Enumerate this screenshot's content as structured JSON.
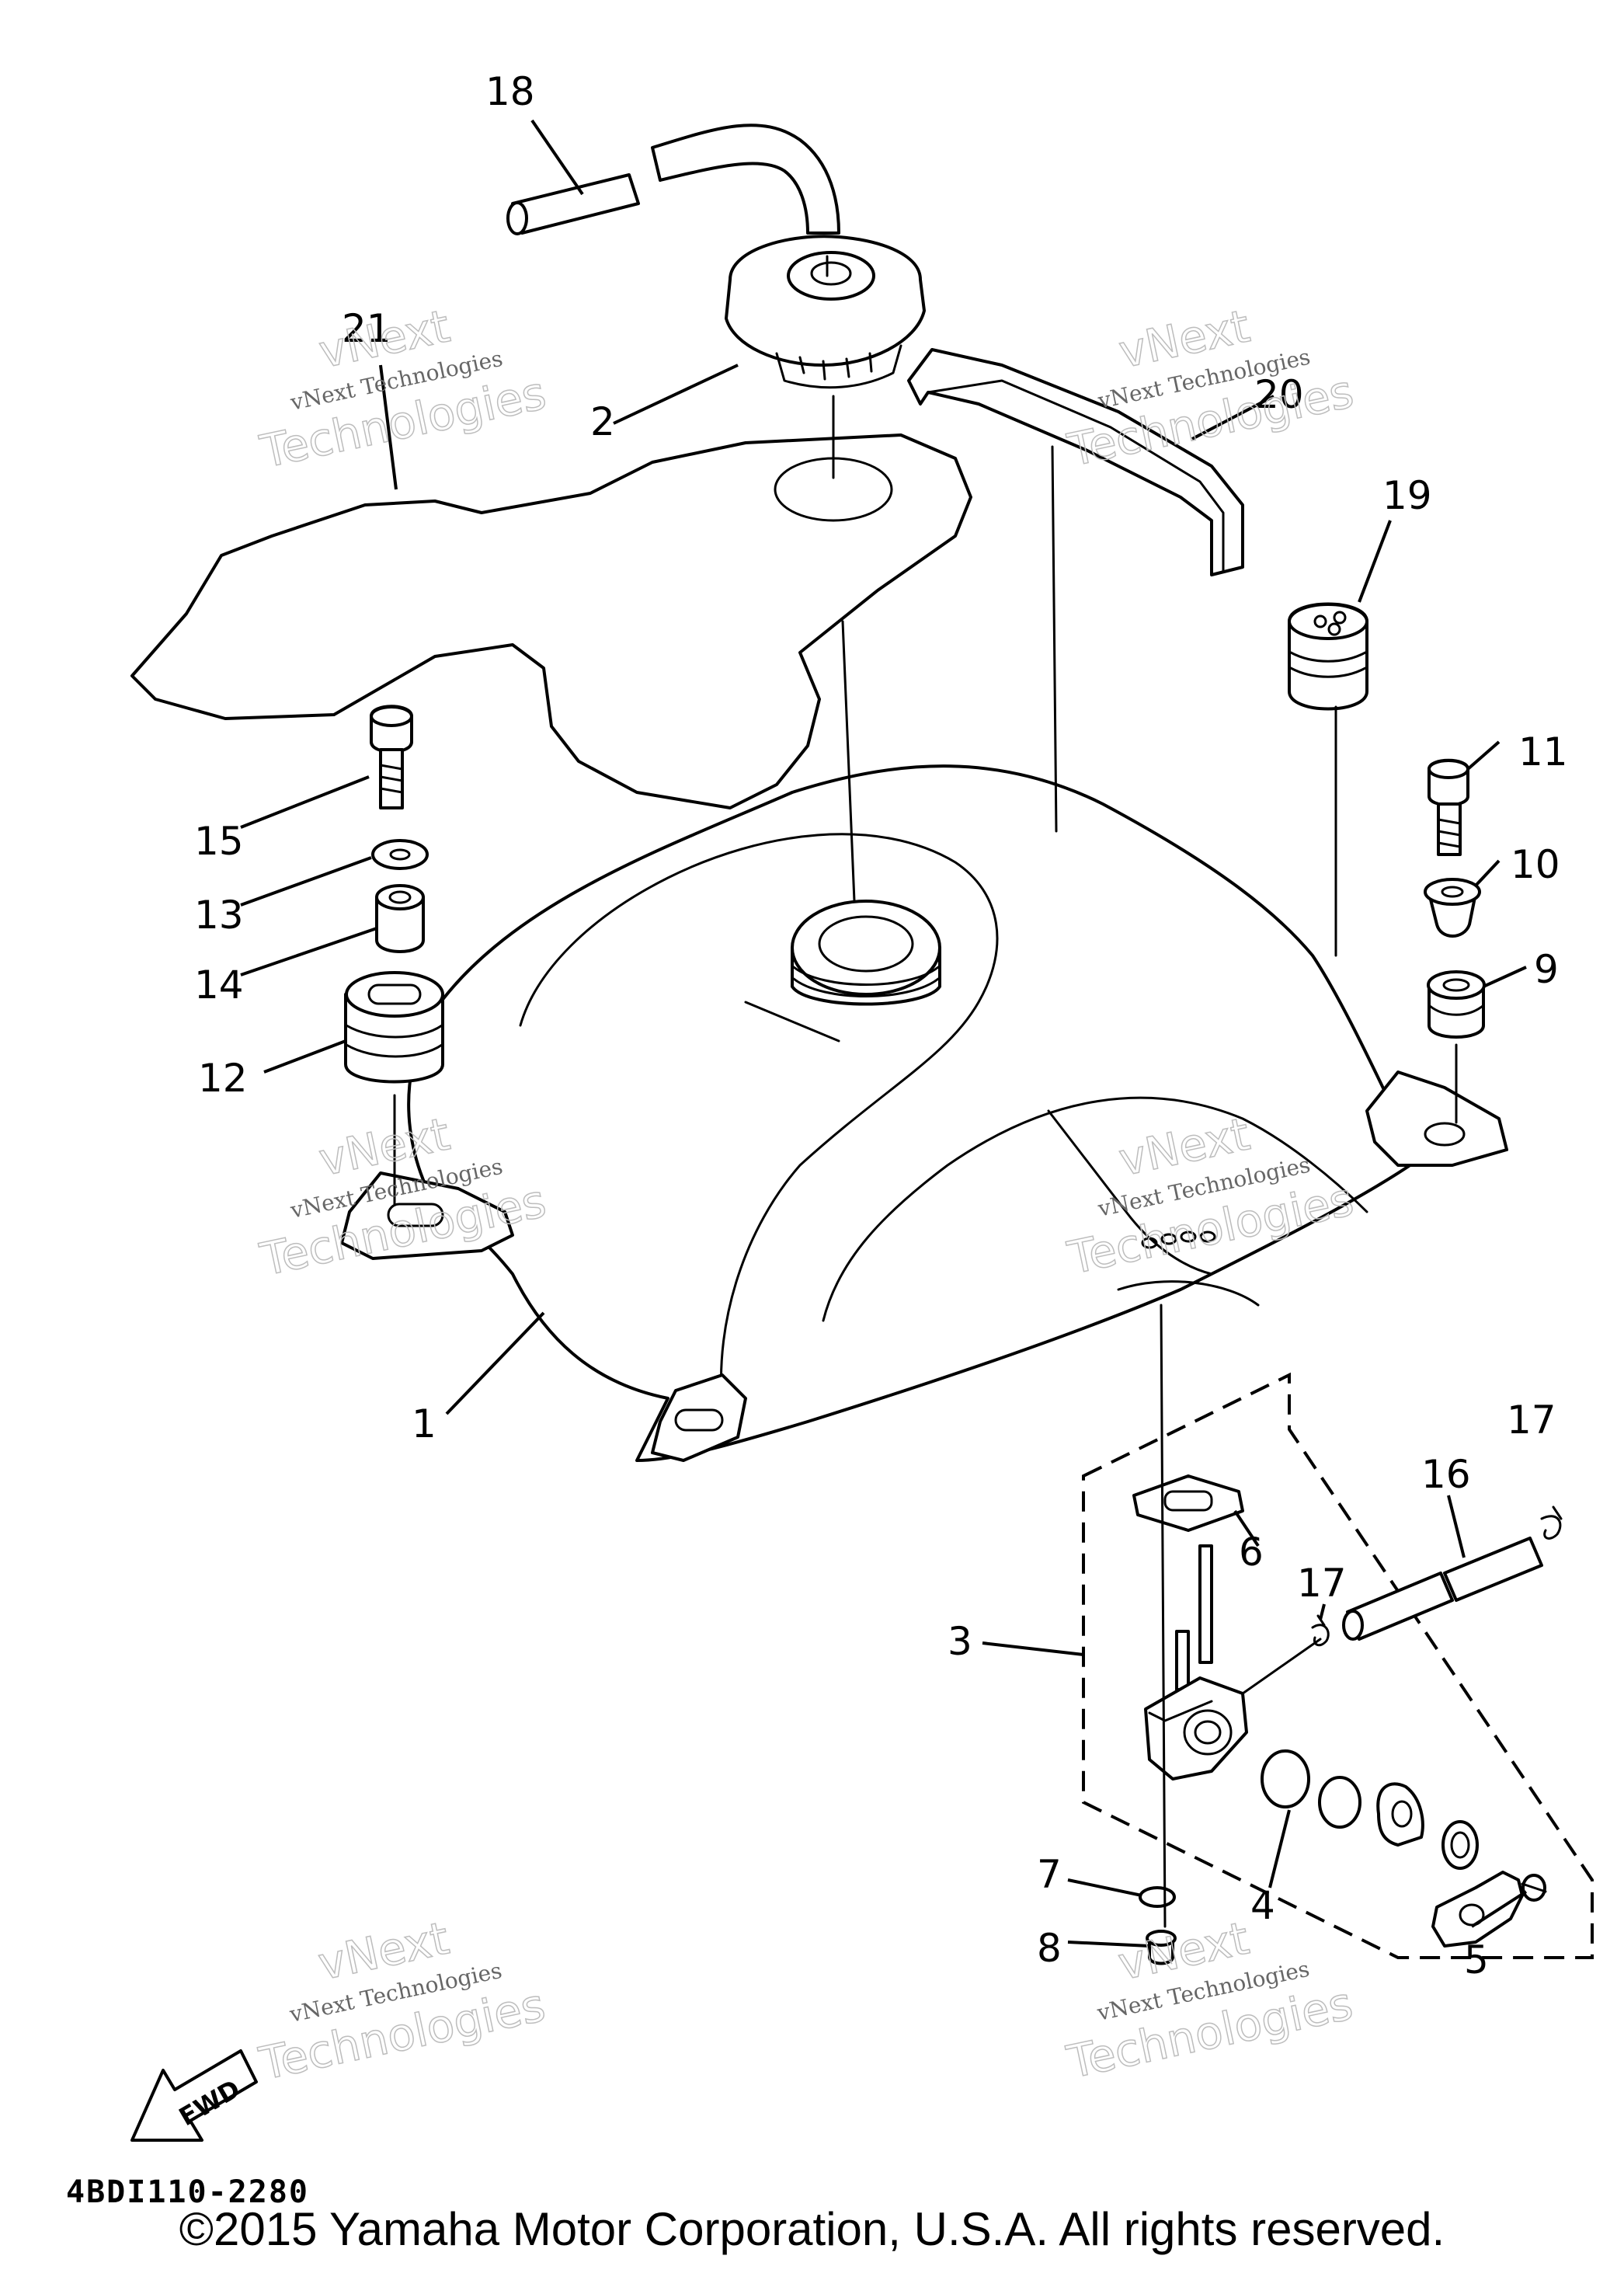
{
  "callouts": [
    {
      "id": "1",
      "text": "1"
    },
    {
      "id": "2",
      "text": "2"
    },
    {
      "id": "3",
      "text": "3"
    },
    {
      "id": "4",
      "text": "4"
    },
    {
      "id": "5",
      "text": "5"
    },
    {
      "id": "6",
      "text": "6"
    },
    {
      "id": "7",
      "text": "7"
    },
    {
      "id": "8",
      "text": "8"
    },
    {
      "id": "9",
      "text": "9"
    },
    {
      "id": "10",
      "text": "10"
    },
    {
      "id": "11",
      "text": "11"
    },
    {
      "id": "12",
      "text": "12"
    },
    {
      "id": "13",
      "text": "13"
    },
    {
      "id": "14",
      "text": "14"
    },
    {
      "id": "15",
      "text": "15"
    },
    {
      "id": "16",
      "text": "16"
    },
    {
      "id": "17a",
      "text": "17"
    },
    {
      "id": "17b",
      "text": "17"
    },
    {
      "id": "18",
      "text": "18"
    },
    {
      "id": "19",
      "text": "19"
    },
    {
      "id": "20",
      "text": "20"
    },
    {
      "id": "21",
      "text": "21"
    }
  ],
  "watermark": {
    "line1": "vNext Technologies",
    "line2": "vNext",
    "line3": "Technologies"
  },
  "diagram_code": "4BDI110-2280",
  "fwd_label": "FWD",
  "copyright": "©2015 Yamaha Motor Corporation, U.S.A. All rights reserved."
}
